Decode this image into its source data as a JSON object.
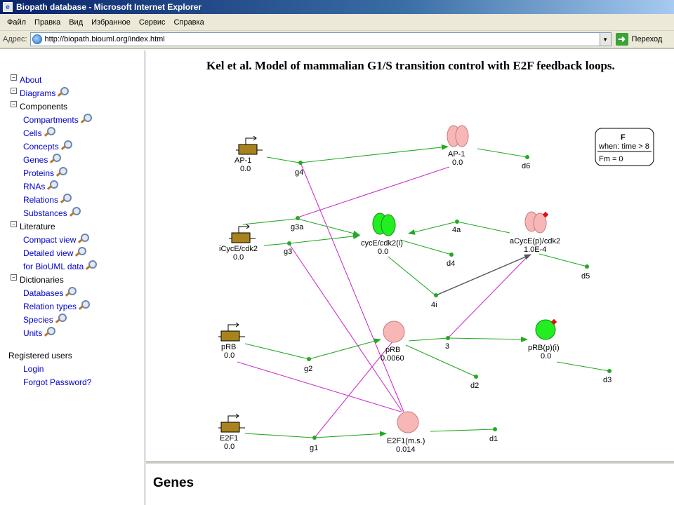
{
  "window": {
    "title": "Biopath database - Microsoft Internet Explorer"
  },
  "menu": [
    "Файл",
    "Правка",
    "Вид",
    "Избранное",
    "Сервис",
    "Справка"
  ],
  "address": {
    "label": "Адрес:",
    "url": "http://biopath.biouml.org/index.html",
    "go_label": "Переход"
  },
  "sidebar": {
    "items": [
      {
        "label": "About",
        "level": 0,
        "toggle": true,
        "link": true,
        "search": false
      },
      {
        "label": "Diagrams",
        "level": 0,
        "toggle": true,
        "link": true,
        "search": true
      },
      {
        "label": "Components",
        "level": 0,
        "toggle": true,
        "link": false,
        "search": false
      },
      {
        "label": "Compartments",
        "level": 1,
        "toggle": false,
        "link": true,
        "search": true
      },
      {
        "label": "Cells",
        "level": 1,
        "toggle": false,
        "link": true,
        "search": true
      },
      {
        "label": "Concepts",
        "level": 1,
        "toggle": false,
        "link": true,
        "search": true
      },
      {
        "label": "Genes",
        "level": 1,
        "toggle": false,
        "link": true,
        "search": true
      },
      {
        "label": "Proteins",
        "level": 1,
        "toggle": false,
        "link": true,
        "search": true
      },
      {
        "label": "RNAs",
        "level": 1,
        "toggle": false,
        "link": true,
        "search": true
      },
      {
        "label": "Relations",
        "level": 1,
        "toggle": false,
        "link": true,
        "search": true
      },
      {
        "label": "Substances",
        "level": 1,
        "toggle": false,
        "link": true,
        "search": true
      },
      {
        "label": "Literature",
        "level": 0,
        "toggle": true,
        "link": false,
        "search": false
      },
      {
        "label": "Compact view",
        "level": 1,
        "toggle": false,
        "link": true,
        "search": true
      },
      {
        "label": "Detailed view",
        "level": 1,
        "toggle": false,
        "link": true,
        "search": true
      },
      {
        "label": "for BioUML data",
        "level": 1,
        "toggle": false,
        "link": true,
        "search": true
      },
      {
        "label": "Dictionaries",
        "level": 0,
        "toggle": true,
        "link": false,
        "search": false
      },
      {
        "label": "Databases",
        "level": 1,
        "toggle": false,
        "link": true,
        "search": true
      },
      {
        "label": "Relation types",
        "level": 1,
        "toggle": false,
        "link": true,
        "search": true
      },
      {
        "label": "Species",
        "level": 1,
        "toggle": false,
        "link": true,
        "search": true
      },
      {
        "label": "Units",
        "level": 1,
        "toggle": false,
        "link": true,
        "search": true
      }
    ],
    "registered_header": "Registered users",
    "login": "Login",
    "forgot": "Forgot Password?"
  },
  "diagram": {
    "title": "Kel et al. Model of mammalian G1/S transition control with E2F feedback loops.",
    "genes": [
      {
        "id": "ap1gene",
        "name": "AP-1",
        "value": "0.0"
      },
      {
        "id": "cycegene",
        "name": "iCycE/cdk2",
        "value": "0.0"
      },
      {
        "id": "prbgene",
        "name": "pRB",
        "value": "0.0"
      },
      {
        "id": "e2fgene",
        "name": "E2F1",
        "value": "0.0"
      }
    ],
    "proteins": [
      {
        "id": "ap1",
        "name": "AP-1",
        "value": "0.0"
      },
      {
        "id": "cyce",
        "name": "cycE/cdk2(i)",
        "value": "0.0"
      },
      {
        "id": "acyce",
        "name": "aCycE(p)/cdk2",
        "value": "1.0E-4"
      },
      {
        "id": "prb",
        "name": "pRB",
        "value": "0.0060"
      },
      {
        "id": "prbp",
        "name": "pRB(p)(i)",
        "value": "0.0"
      },
      {
        "id": "e2f",
        "name": "E2F1(m.s.)",
        "value": "0.014"
      }
    ],
    "reactions": [
      "g4",
      "d6",
      "g3a",
      "g3",
      "4a",
      "d4",
      "d5",
      "4i",
      "g2",
      "3",
      "d2",
      "d3",
      "g1",
      "d1"
    ],
    "event": {
      "name": "F",
      "condition": "when: time > 8",
      "assignment": "Fm = 0"
    }
  },
  "section": {
    "title": "Genes"
  }
}
